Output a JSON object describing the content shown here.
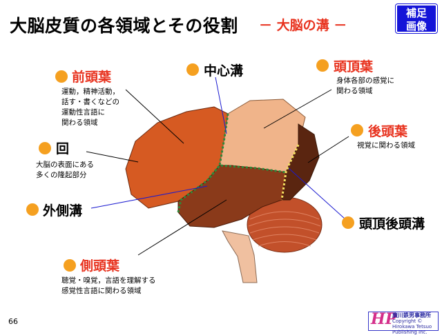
{
  "title": "大脳皮質の各領域とその役割",
  "subtitle": "－ 大脳の溝 －",
  "hojo_badge": {
    "line1": "補足",
    "line2": "画像"
  },
  "regions": {
    "frontal": {
      "label": "前頭葉",
      "desc": [
        "運動，精神活動，",
        "話す・書くなどの",
        "運動性言語に",
        "関わる領域"
      ]
    },
    "gyrus": {
      "label": "回",
      "desc": [
        "大脳の表面にある",
        "多くの隆起部分"
      ]
    },
    "lateral": {
      "label": "外側溝"
    },
    "temporal": {
      "label": "側頭葉",
      "desc": [
        "聴覚・嗅覚，言語を理解する",
        "感覚性言語に関わる領域"
      ]
    },
    "central": {
      "label": "中心溝"
    },
    "parietal": {
      "label": "頭頂葉",
      "desc": [
        "身体各部の感覚に",
        "関わる領域"
      ]
    },
    "occipital": {
      "label": "後頭葉",
      "desc": [
        "視覚に関わる領域"
      ]
    },
    "parieto_occipital": {
      "label": "頭頂後頭溝"
    }
  },
  "colors": {
    "frontal": "#d65a22",
    "parietal": "#f0b48a",
    "temporal": "#8a3a1a",
    "occipital": "#5a2510",
    "cerebellum": "#c2502a",
    "brainstem": "#f0c0a0",
    "bullet": "#f5a020",
    "accent_red": "#e8331f",
    "badge_blue": "#1414d8"
  },
  "page_number": "66",
  "logo": {
    "mark": "HP",
    "line1": "廣川鉄男事務所",
    "line2": "Copyright © Hirokawa Tetsuo",
    "line3": "Publishing Inc."
  }
}
